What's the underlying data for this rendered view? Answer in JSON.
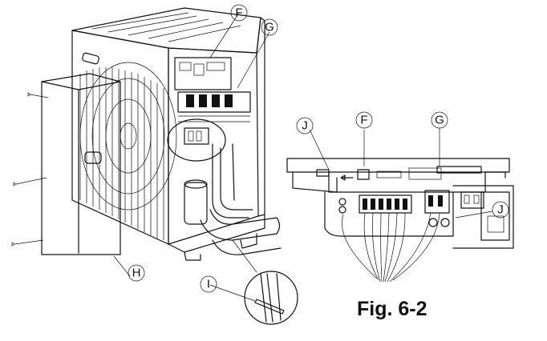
{
  "callouts": {
    "F_main": "F",
    "G_main": "G",
    "H": "H",
    "I": "I",
    "F_detail": "F",
    "G_detail": "G",
    "J_left": "J",
    "J_right": "J"
  },
  "figure_label": "Fig. 6-2",
  "colors": {
    "line": "#111111",
    "background": "#ffffff"
  }
}
